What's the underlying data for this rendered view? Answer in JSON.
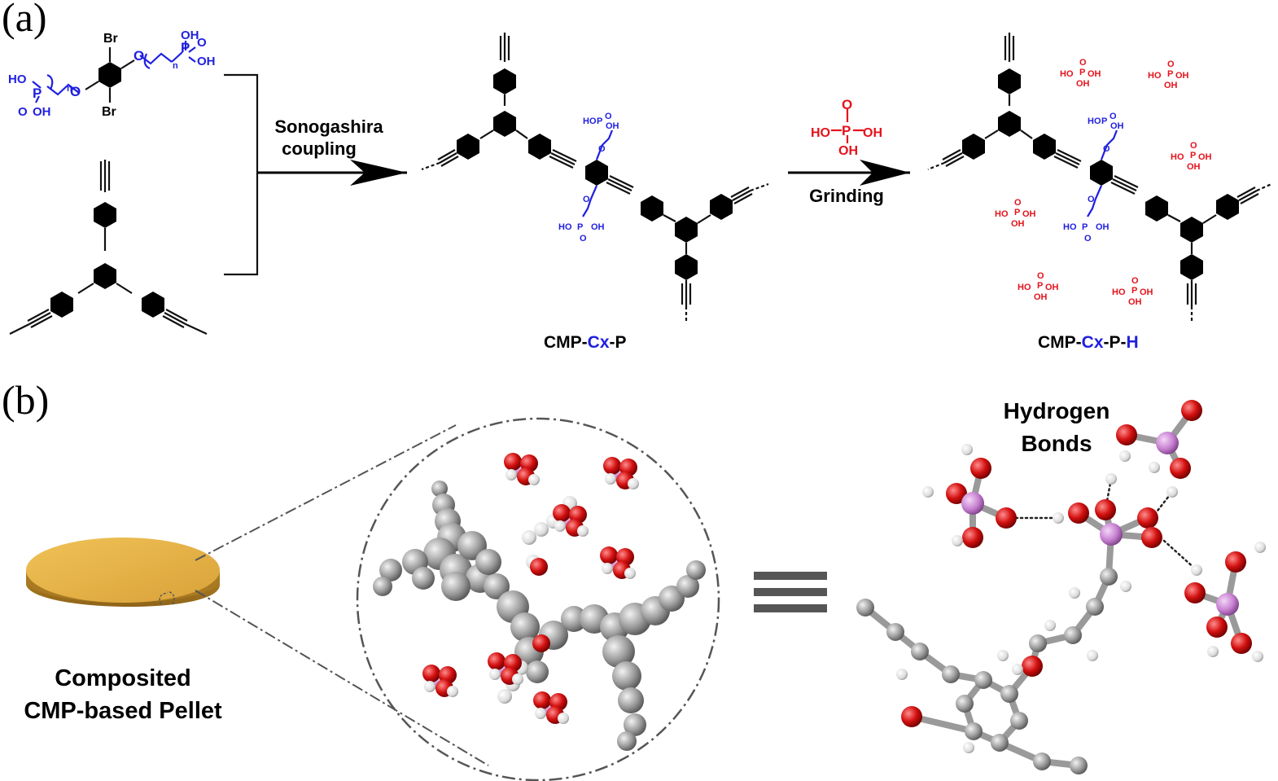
{
  "panels": {
    "a": "(a)",
    "b": "(b)"
  },
  "monomer1": {
    "br_top": "Br",
    "br_bottom": "Br",
    "ho": "HO",
    "p": "P",
    "o": "O",
    "oh": "OH",
    "n": "n"
  },
  "reaction1": {
    "line1": "Sonogashira",
    "line2": "coupling"
  },
  "reaction2": {
    "label": "Grinding"
  },
  "reagent": {
    "o": "O",
    "p": "P",
    "ho": "HO",
    "oh": "OH"
  },
  "products": {
    "p1": {
      "a": "CMP-",
      "b": "Cx",
      "c": "-P"
    },
    "p2": {
      "a": "CMP-",
      "b": "Cx",
      "c": "-P-",
      "d": "H"
    }
  },
  "small_acid": {
    "ho": "HO",
    "p": "P",
    "o": "O",
    "oh": "OH"
  },
  "pellet": {
    "line1": "Composited",
    "line2": "CMP-based Pellet"
  },
  "hbonds": {
    "line1": "Hydrogen",
    "line2": "Bonds"
  },
  "colors": {
    "blue": "#1f1fe0",
    "red": "#e5121b",
    "pellet": "#e2ad3f",
    "carbon": "#8f8f8f",
    "oxygen": "#d31010",
    "phosphorus": "#c67fd0",
    "hydrogen": "#e6e6e6"
  }
}
